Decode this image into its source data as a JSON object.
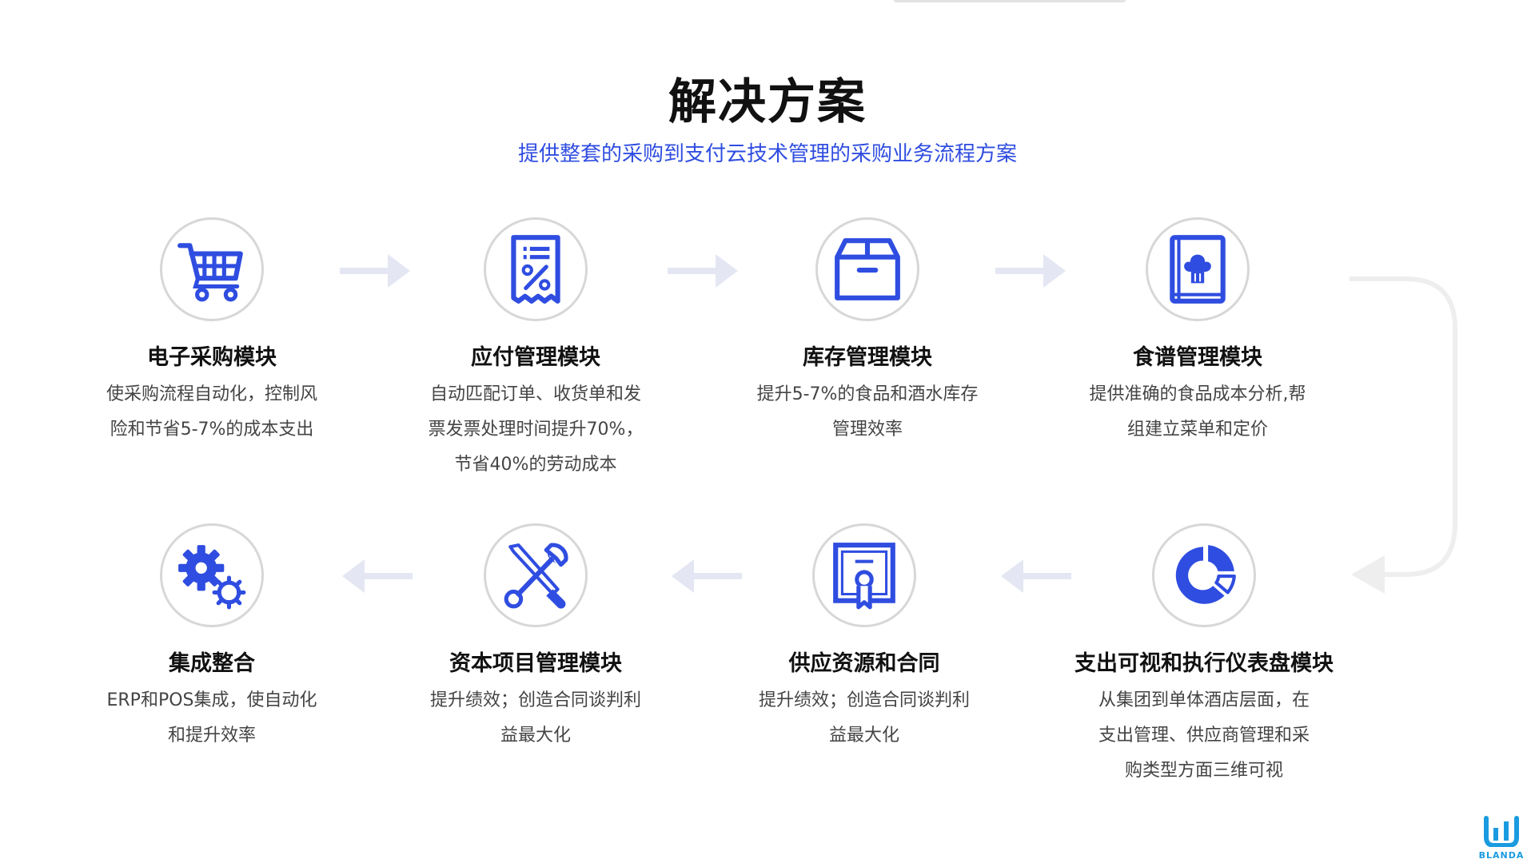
{
  "title": "解决方案",
  "subtitle": "提供整套的采购到支付云技术管理的采购业务流程方案",
  "colors": {
    "accent": "#2f4de0",
    "arrow": "#e4e7f3",
    "circle_border": "#d7d7d7",
    "logo": "#1a9be0"
  },
  "modules": [
    {
      "title": "电子采购模块",
      "icon": "shopping-cart-icon",
      "desc": [
        "使采购流程自动化，控制风",
        "险和节省5-7%的成本支出"
      ]
    },
    {
      "title": "应付管理模块",
      "icon": "invoice-percent-icon",
      "desc": [
        "自动匹配订单、收货单和发",
        "票发票处理时间提升70%，",
        "节省40%的劳动成本"
      ]
    },
    {
      "title": "库存管理模块",
      "icon": "box-icon",
      "desc": [
        "提升5-7%的食品和酒水库存",
        "管理效率"
      ]
    },
    {
      "title": "食谱管理模块",
      "icon": "recipe-book-icon",
      "desc": [
        "提供准确的食品成本分析,帮",
        "组建立菜单和定价"
      ]
    },
    {
      "title": "支出可视和执行仪表盘模块",
      "icon": "pie-chart-icon",
      "desc": [
        "从集团到单体酒店层面，在",
        "支出管理、供应商管理和采",
        "购类型方面三维可视"
      ]
    },
    {
      "title": "供应资源和合同",
      "icon": "certificate-icon",
      "desc": [
        "提升绩效；创造合同谈判利",
        "益最大化"
      ]
    },
    {
      "title": "资本项目管理模块",
      "icon": "tools-icon",
      "desc": [
        "提升绩效；创造合同谈判利",
        "益最大化"
      ]
    },
    {
      "title": "集成整合",
      "icon": "gears-icon",
      "desc": [
        "ERP和POS集成，使自动化",
        "和提升效率"
      ]
    }
  ],
  "logo": {
    "text": "BLANDA"
  }
}
